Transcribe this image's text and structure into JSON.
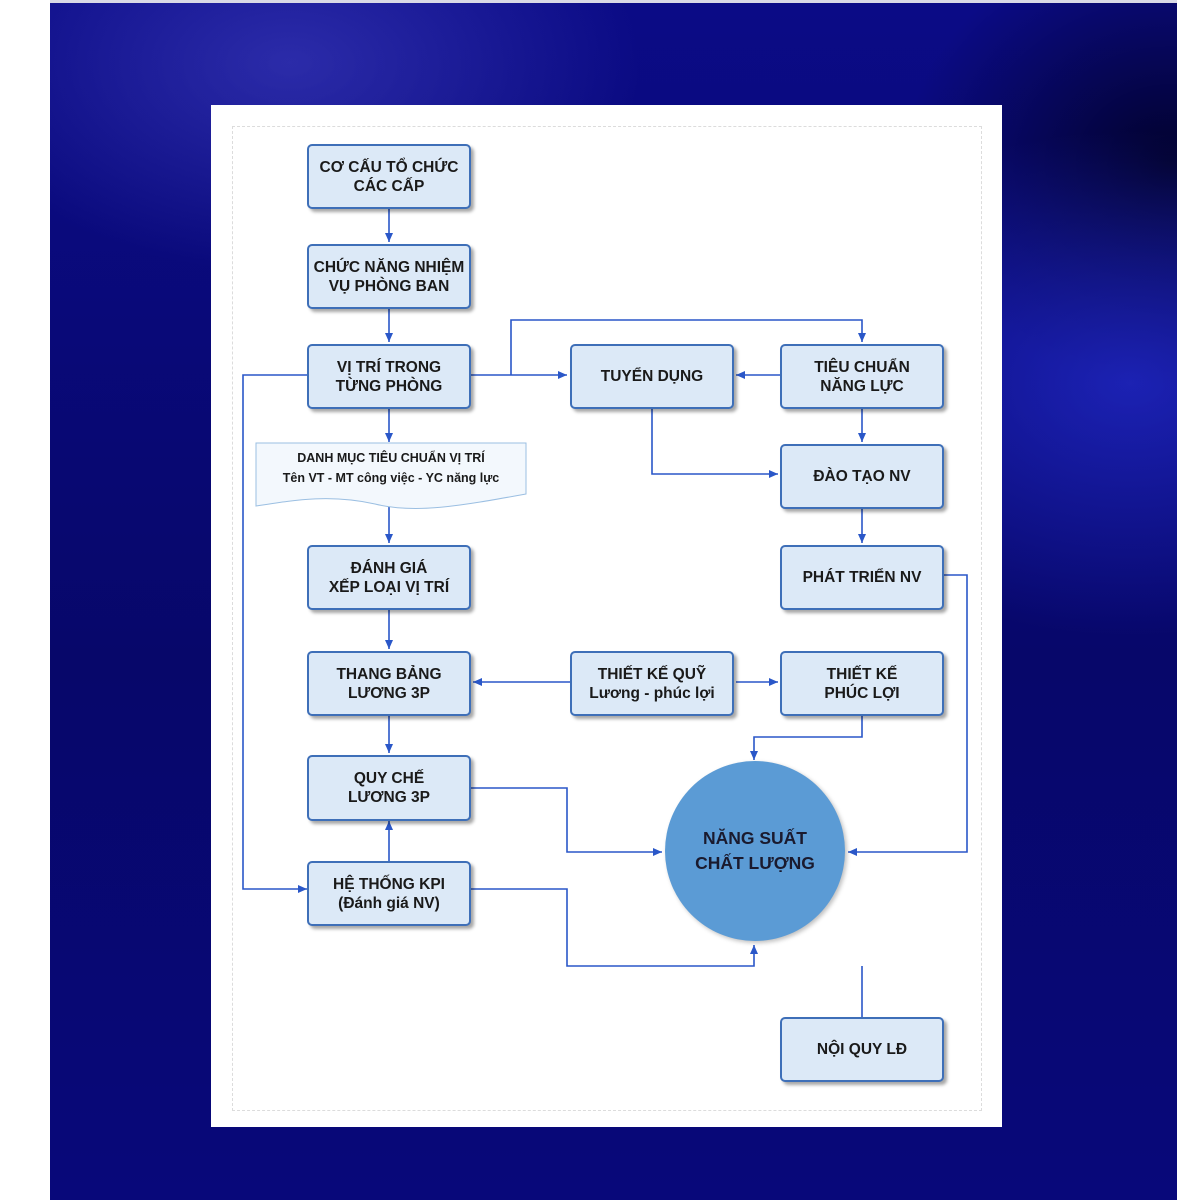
{
  "diagram": {
    "nodes": {
      "co_cau": "CƠ CẤU TỔ CHỨC\nCÁC CẤP",
      "chuc_nang": "CHỨC NĂNG NHIỆM\nVỤ PHÒNG BAN",
      "vi_tri": "VỊ TRÍ TRONG\nTỪNG PHÒNG",
      "danh_muc": "DANH MỤC TIÊU CHUẨN VỊ TRÍ\nTên VT  -  MT công việc  -  YC năng lực",
      "danh_gia": "ĐÁNH GIÁ\nXẾP LOẠI VỊ TRÍ",
      "thang_bang": "THANG BẢNG\nLƯƠNG 3P",
      "quy_che": "QUY CHẾ\nLƯƠNG 3P",
      "kpi": "HỆ THỐNG KPI\n(Đánh giá NV)",
      "tuyen_dung": "TUYỂN DỤNG",
      "tieu_chuan": "TIÊU CHUẨN\nNĂNG LỰC",
      "dao_tao": "ĐÀO TẠO NV",
      "phat_trien": "PHÁT TRIỂN NV",
      "thiet_ke_quy": "THIẾT KẾ QUỸ\nLương - phúc lợi",
      "thiet_ke_phuc_loi": "THIẾT KẾ\nPHÚC LỢI",
      "noi_quy": "NỘI QUY LĐ",
      "nang_suat": "NĂNG SUẤT\nCHẤT LƯỢNG"
    },
    "colors": {
      "background": "#0a0a78",
      "node_fill": "#dce9f7",
      "node_border": "#3e6fb8",
      "connector": "#2a57c8",
      "circle_fill": "#5b9bd5"
    }
  }
}
